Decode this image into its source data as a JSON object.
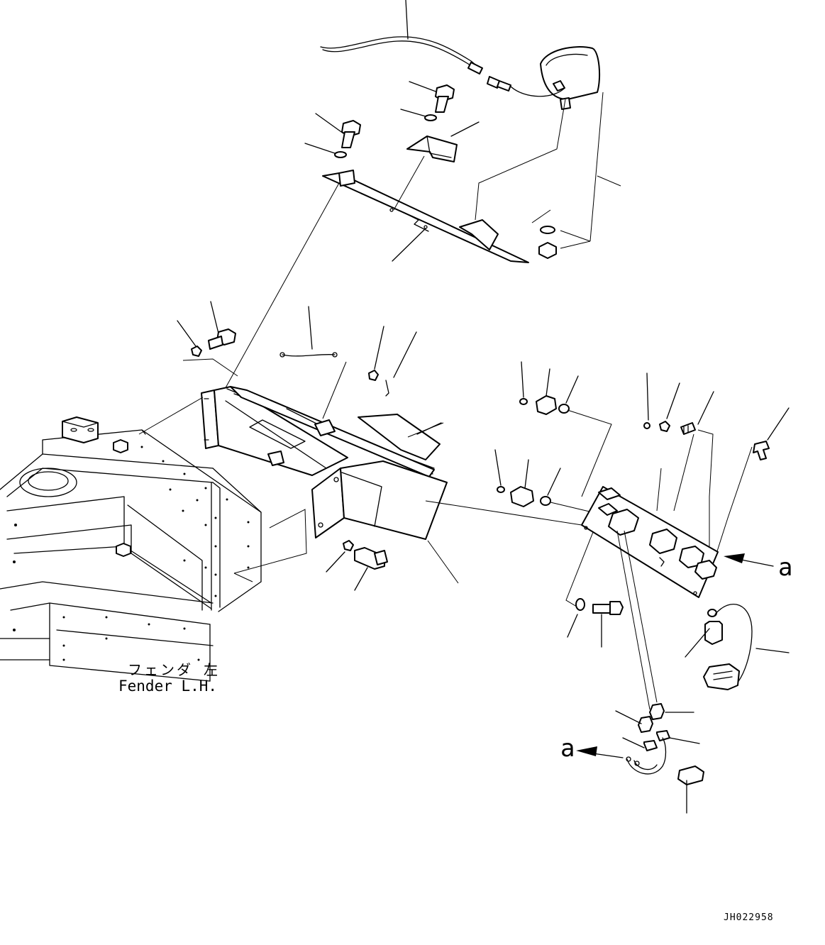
{
  "labels": {
    "fender_jp": "フェンダ 左",
    "fender_en": "Fender L.H.",
    "arrow_a_right": "a",
    "arrow_a_left": "a",
    "drawing_id": "JH022958"
  },
  "icons": [
    "lamp-icon",
    "bolt-icon",
    "washer-icon",
    "nut-icon",
    "bracket-icon",
    "box-icon",
    "fender-icon",
    "plate-icon",
    "fitting-icon",
    "hose-icon",
    "arrow-icon"
  ]
}
